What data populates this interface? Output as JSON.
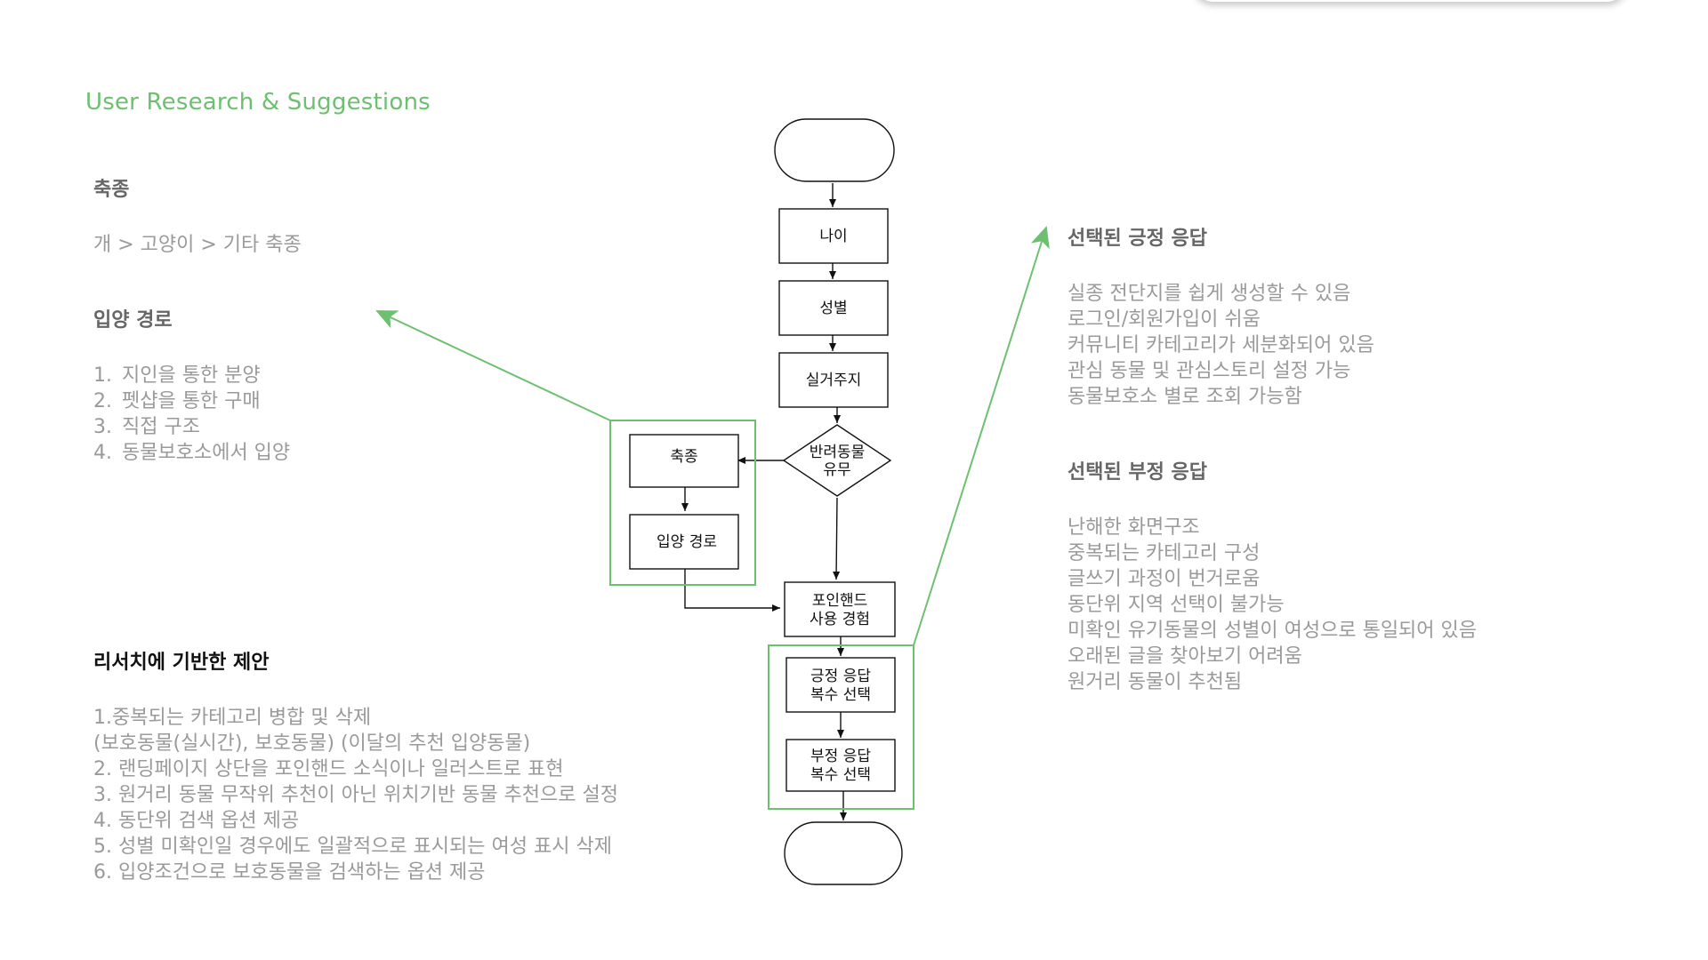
{
  "section_title": "User Research & Suggestions",
  "breed": {
    "heading": "축종",
    "text": "개 > 고양이 > 기타 축종"
  },
  "adoption": {
    "heading": "입양 경로",
    "items": [
      {
        "num": "1.",
        "text": "지인을 통한 분양"
      },
      {
        "num": "2.",
        "text": "펫샵을 통한 구매"
      },
      {
        "num": "3.",
        "text": "직접 구조"
      },
      {
        "num": "4.",
        "text": "동물보호소에서 입양"
      }
    ]
  },
  "suggestions": {
    "heading": "리서치에 기반한 제안",
    "lines": [
      "1.중복되는 카테고리 병합 및 삭제",
      "(보호동물(실시간), 보호동물) (이달의 추천 입양동물)",
      "2.  랜딩페이지 상단을 포인핸드 소식이나 일러스트로 표현",
      "3. 원거리 동물 무작위 추천이 아닌 위치기반 동물 추천으로 설정",
      "4. 동단위 검색 옵션 제공",
      "5. 성별 미확인일 경우에도 일괄적으로 표시되는 여성 표시 삭제",
      "6. 입양조건으로 보호동물을 검색하는 옵션 제공"
    ]
  },
  "positive": {
    "heading": "선택된 긍정 응답",
    "lines": [
      "실종 전단지를 쉽게 생성할 수 있음",
      "로그인/회원가입이 쉬움",
      "커뮤니티 카테고리가 세분화되어 있음",
      "관심 동물 및 관심스토리 설정 가능",
      "동물보호소 별로 조회 가능함"
    ]
  },
  "negative": {
    "heading": "선택된 부정 응답",
    "lines": [
      "난해한 화면구조",
      "중복되는 카테고리 구성",
      "글쓰기 과정이 번거로움",
      "동단위 지역 선택이 불가능",
      "미확인 유기동물의 성별이 여성으로 통일되어 있음",
      "오래된 글을 찾아보기 어려움",
      "원거리 동물이 추천됨"
    ]
  },
  "flowchart": {
    "age": "나이",
    "gender": "성별",
    "residence": "실거주지",
    "pet_owner": [
      "반려동물",
      "유무"
    ],
    "breed": "축종",
    "adoption_route": "입양 경로",
    "experience": [
      "포인핸드",
      "사용 경험"
    ],
    "positive": [
      "긍정 응답",
      "복수 선택"
    ],
    "negative": [
      "부정 응답",
      "복수 선택"
    ]
  },
  "colors": {
    "accent": "#6cc070",
    "heading": "#666666",
    "body": "#9a9a9a",
    "line": "#111111"
  }
}
